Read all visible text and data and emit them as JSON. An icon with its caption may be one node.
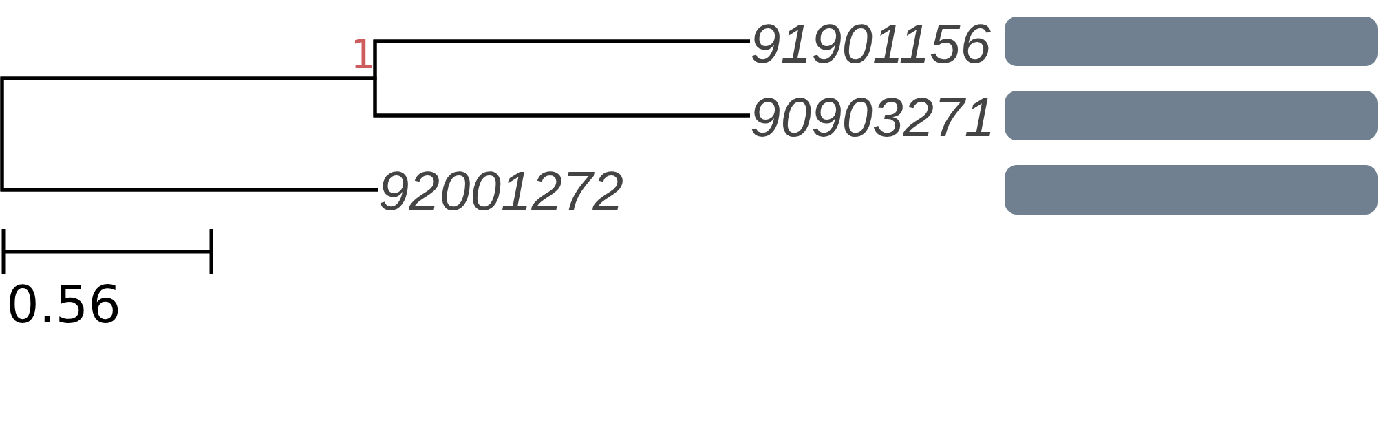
{
  "diagram": {
    "nodes": [
      {
        "text": [
          "91901156"
        ]
      },
      {
        "text": [
          "90903271"
        ]
      },
      {
        "text": [
          "92001272"
        ]
      },
      {
        "text": [],
        "shape": "bar"
      },
      {
        "text": [],
        "shape": "bar"
      },
      {
        "text": [],
        "shape": "bar"
      }
    ],
    "edges": [
      {
        "from": 0,
        "to": 1,
        "arrow": "none"
      },
      {
        "from": 0,
        "to": 2,
        "arrow": "none"
      },
      {
        "from": 1,
        "to": 2,
        "arrow": "none"
      }
    ],
    "labels": [
      "1",
      "0.56"
    ]
  }
}
